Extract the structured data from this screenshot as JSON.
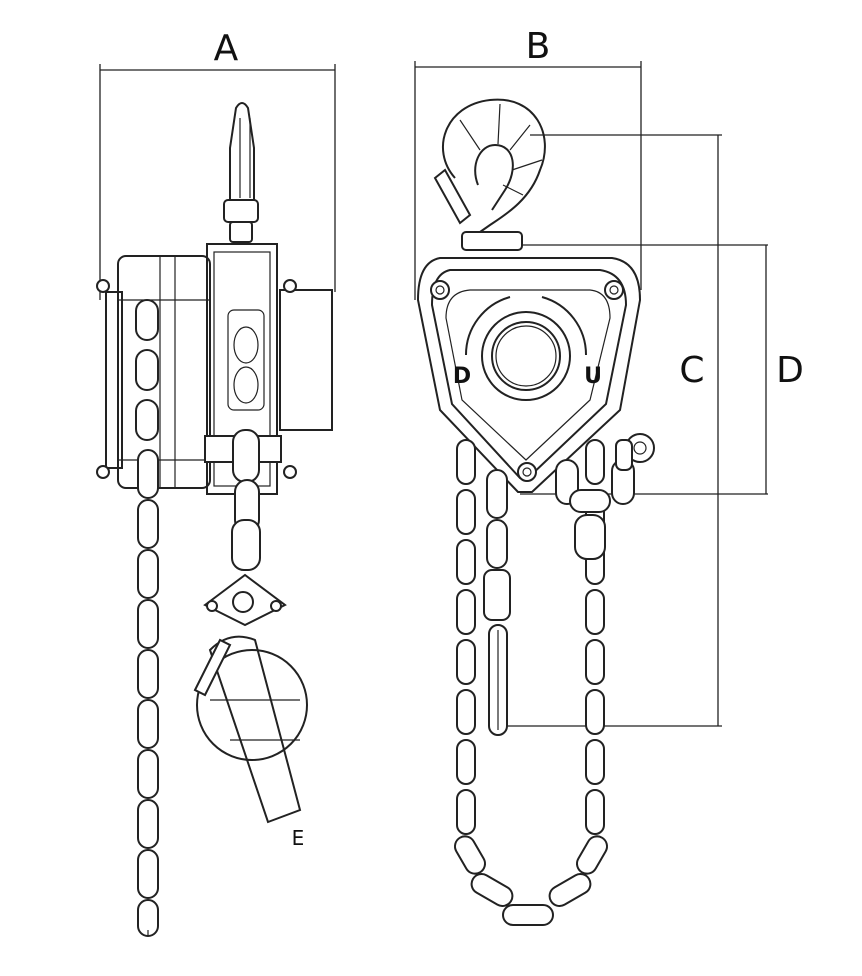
{
  "labels": {
    "A": "A",
    "B": "B",
    "C": "C",
    "D": "D",
    "E": "E",
    "down": "D",
    "up": "U"
  }
}
